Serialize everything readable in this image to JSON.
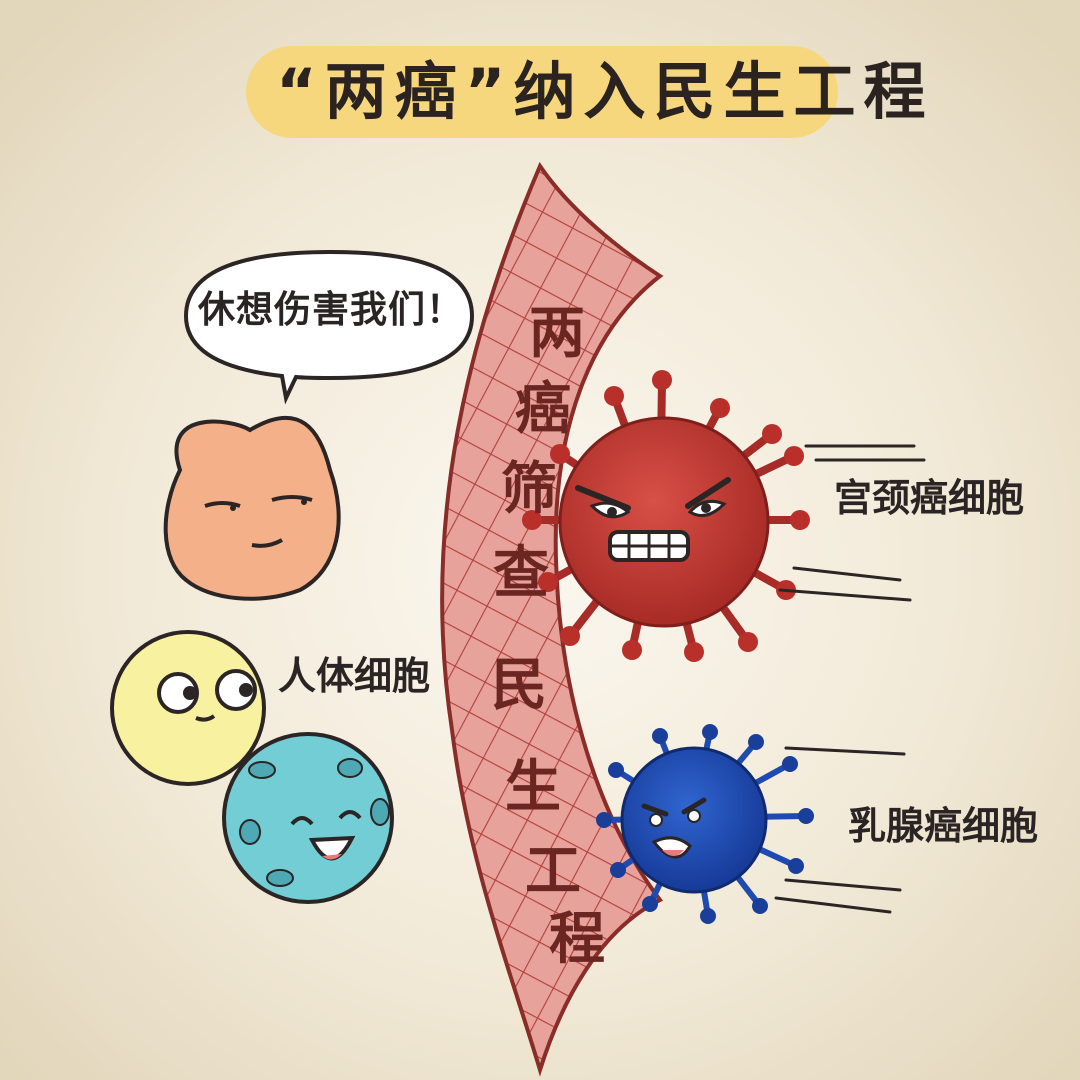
{
  "title": "“两癌”纳入民生工程",
  "speech_bubble": "休想伤害我们！",
  "shield": {
    "chars": [
      "两",
      "癌",
      "筛",
      "查",
      "民",
      "生",
      "工",
      "程"
    ]
  },
  "labels": {
    "human_cells": "人体细胞",
    "cervical_cancer_cell": "宫颈癌细胞",
    "breast_cancer_cell": "乳腺癌细胞"
  },
  "colors": {
    "banner": "#f7d77e",
    "shield": "#e9a19a",
    "cervical_virus": "#c43a34",
    "breast_virus": "#1f4bb0",
    "orange_cell": "#f4b189",
    "yellow_cell": "#f7f1a0",
    "teal_cell": "#73cdd4"
  },
  "icons": [
    "orange-human-cell-icon",
    "yellow-human-cell-icon",
    "teal-human-cell-icon",
    "cervical-cancer-virus-icon",
    "breast-cancer-virus-icon",
    "speech-bubble-icon",
    "shield-mesh-icon"
  ]
}
